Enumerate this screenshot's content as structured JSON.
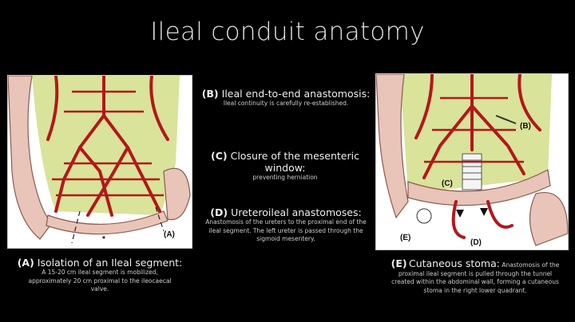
{
  "title": "Ileal conduit anatomy",
  "steps": {
    "A": {
      "tag": "(A)",
      "heading": "Isolation of an Ileal segment:",
      "text": "A 15-20 cm ileal segment is mobilized, approximately 20 cm proximal to the ileocaecal valve."
    },
    "B": {
      "tag": "(B)",
      "heading": "Ileal end-to-end anastomosis:",
      "text": "Ileal continuity is carefully re-established."
    },
    "C": {
      "tag": "(C)",
      "heading": "Closure of the mesenteric window:",
      "text": "preventing herniation"
    },
    "D": {
      "tag": "(D)",
      "heading": "Ureteroileal anastomoses:",
      "text": "Anastomosis of the ureters to the proximal end of the ileal segment. The left ureter is passed through the sigmoid mesentery."
    },
    "E": {
      "tag": "(E)",
      "heading": "Cutaneous stoma:",
      "text": "Anastomosis of the proximal ileal segment is pulled through the tunnel created within the abdominal wall, forming a cutaneous stoma in the right lower quadrant."
    }
  },
  "figures": {
    "left_labels": {
      "a": "(A)",
      "star": "*"
    },
    "right_labels": {
      "b": "(B)",
      "c": "(C)",
      "d": "(D)",
      "e": "(E)"
    }
  },
  "colors": {
    "mesentery": "#d9e39a",
    "vessel": "#b3171b",
    "bowel": "#e9c4b8"
  }
}
